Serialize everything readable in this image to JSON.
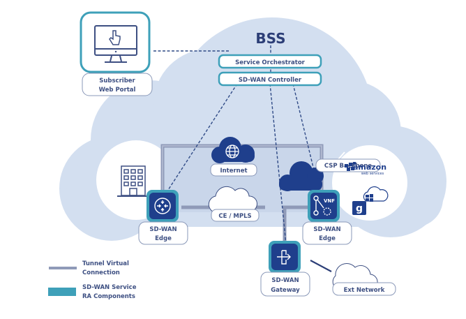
{
  "title": "SD-WAN Service Reference Architecture",
  "bss": {
    "title": "BSS",
    "service_orchestrator": "Service Orchestrator",
    "sdwan_controller": "SD-WAN Controller"
  },
  "portal": {
    "label_line1": "Subscriber",
    "label_line2": "Web Portal",
    "icon": "monitor-touch-icon"
  },
  "networks": {
    "internet": "Internet",
    "ce_mpls": "CE / MPLS",
    "csp_backbone": "CSP Backbone",
    "ext_network": "Ext Network"
  },
  "devices": {
    "edge_left": {
      "line1": "SD-WAN",
      "line2": "Edge",
      "icon": "router-icon"
    },
    "edge_right": {
      "line1": "SD-WAN",
      "line2": "Edge",
      "icon": "vnf-icon",
      "badge": "VNF"
    },
    "gateway": {
      "line1": "SD-WAN",
      "line2": "Gateway",
      "icon": "gateway-icon"
    }
  },
  "cloud_providers": {
    "amazon": "amazon",
    "amazon_sub": "web services",
    "icons": [
      "aws-icon",
      "azure-cloud-icon",
      "google-icon"
    ]
  },
  "site": {
    "icon": "building-icon"
  },
  "legend": {
    "items": [
      {
        "line1": "Tunnel Virtual",
        "line2": "Connection",
        "swatch": "#8f9ab8"
      },
      {
        "line1": "SD-WAN Service",
        "line2": "RA Components",
        "swatch": "#3ea0b9"
      }
    ]
  },
  "colors": {
    "cloud_bg": "#d4e0f0",
    "navy": "#1f3f8c",
    "teal": "#3ea0b9",
    "text": "#3d4f82"
  }
}
